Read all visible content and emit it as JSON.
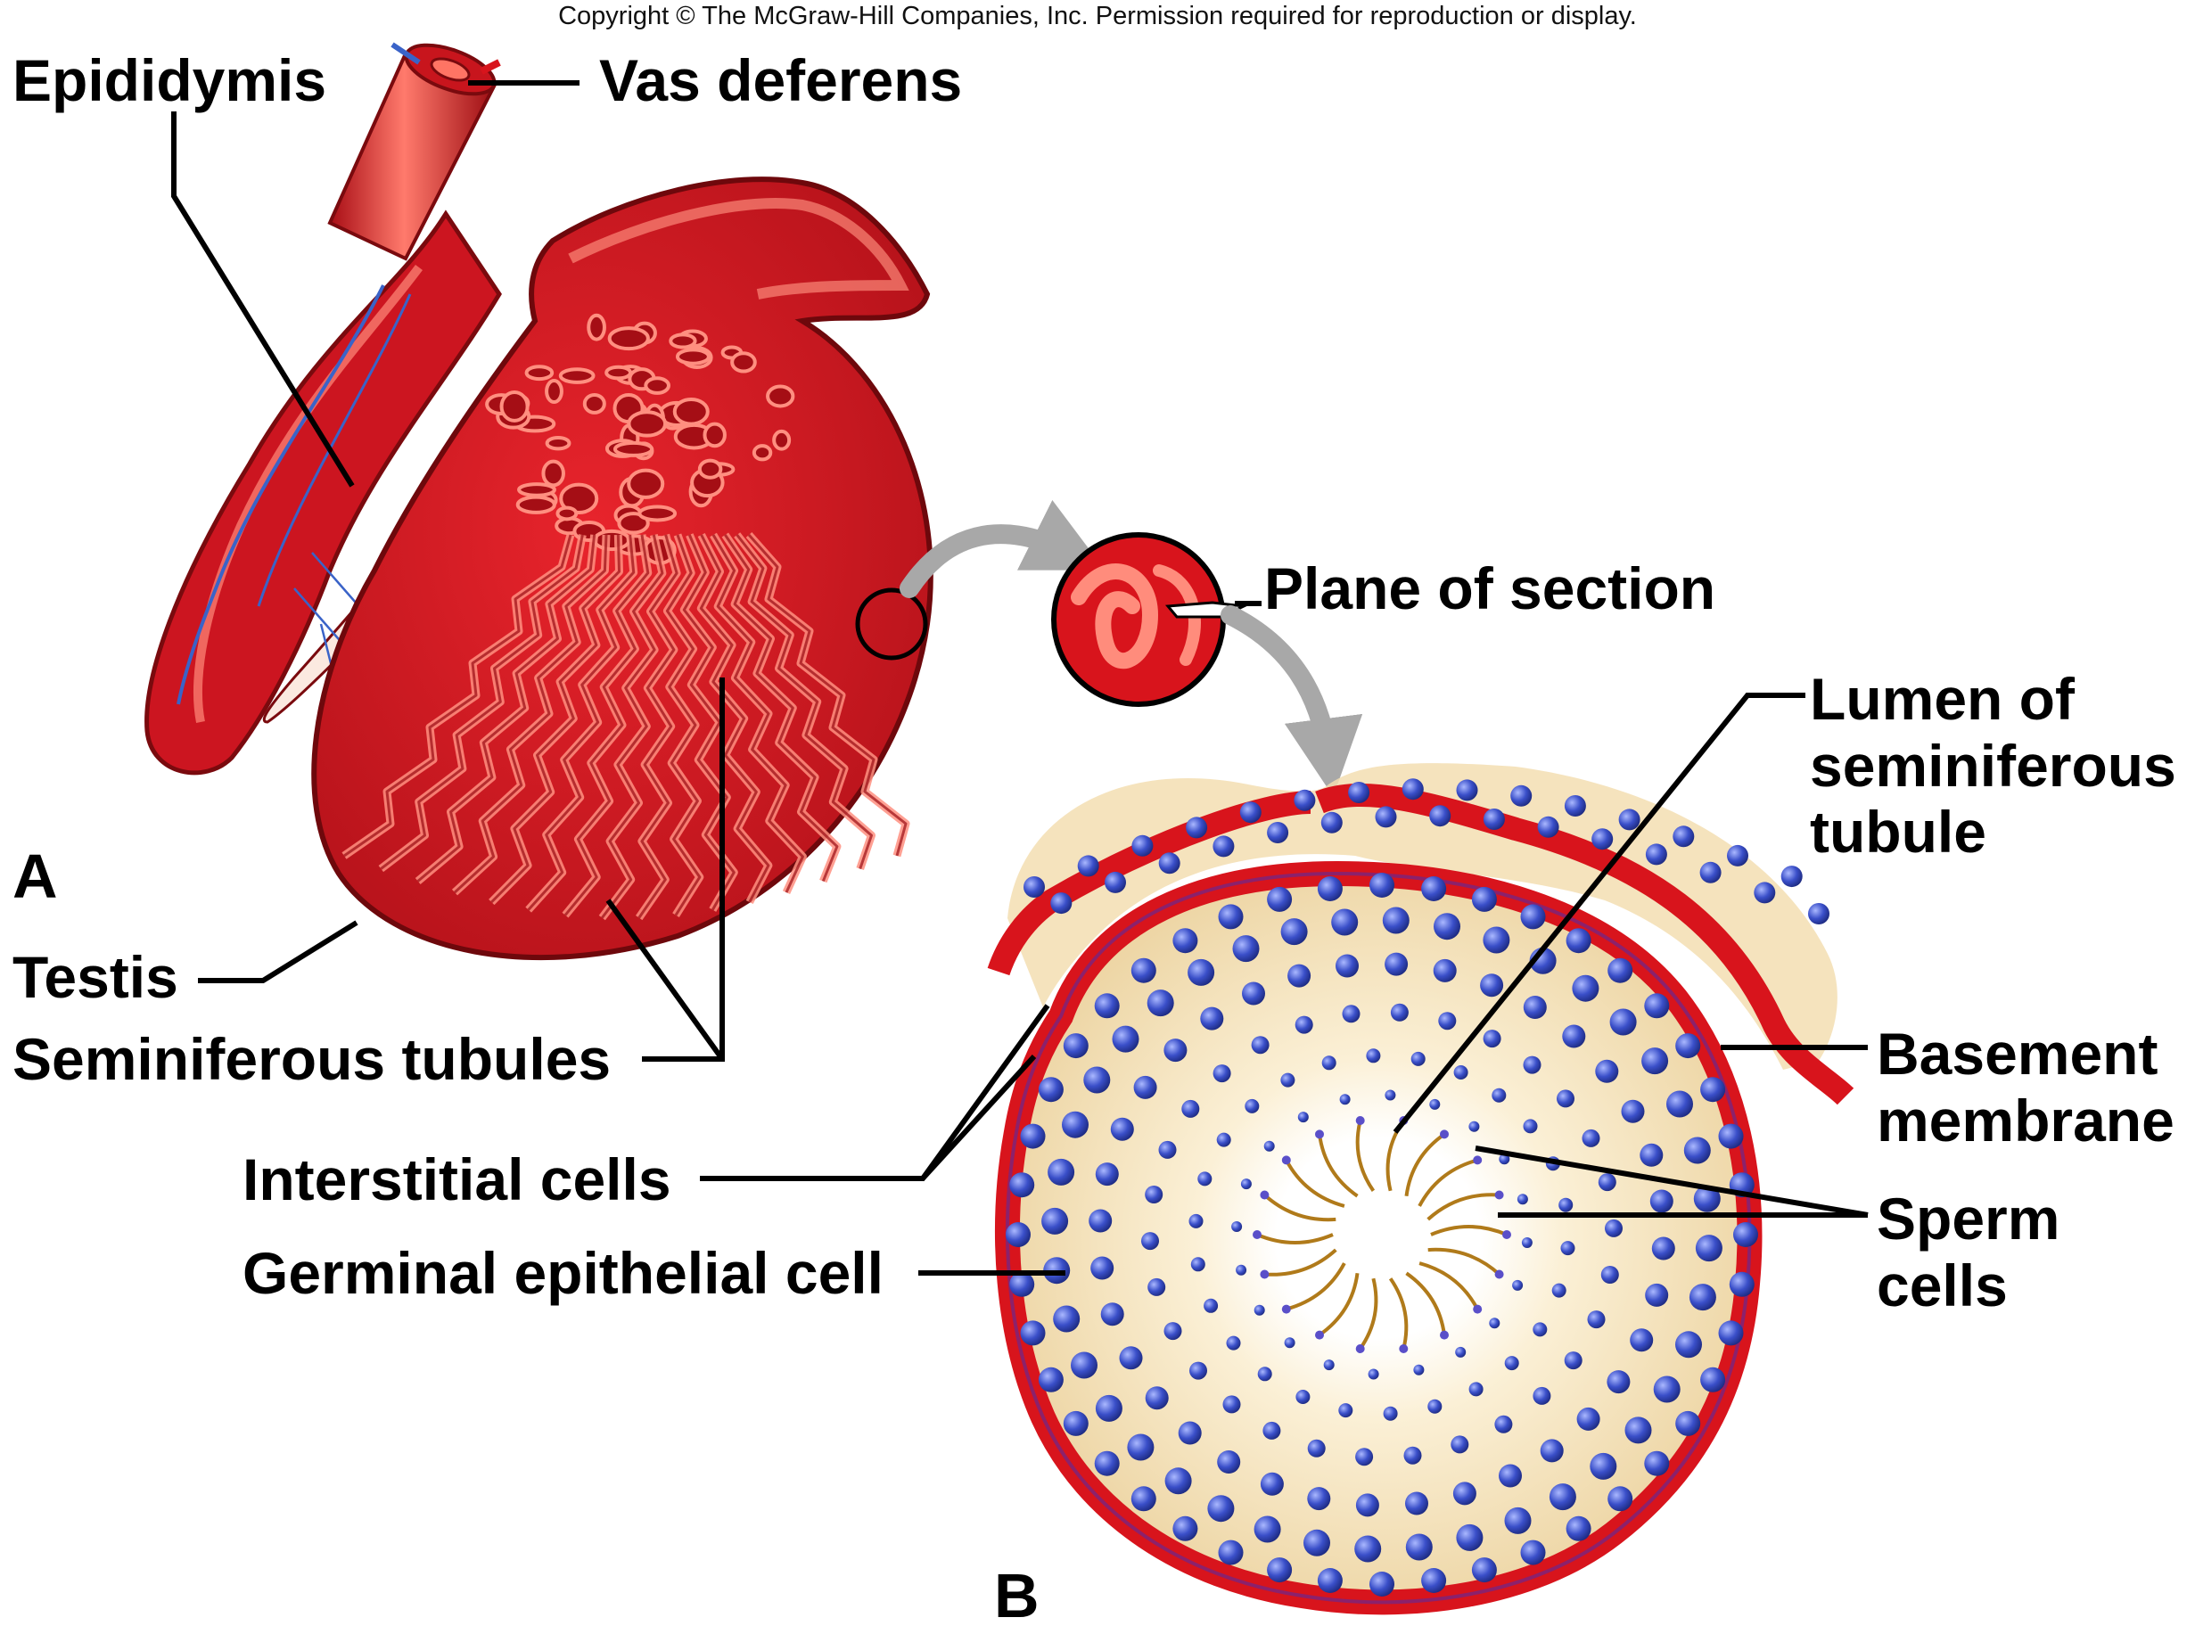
{
  "copyright": "Copyright © The McGraw-Hill Companies, Inc. Permission required for reproduction or display.",
  "panels": {
    "a": "A",
    "b": "B"
  },
  "labels": {
    "epididymis": "Epididymis",
    "vas_deferens": "Vas deferens",
    "plane_of_section": "Plane of section",
    "lumen_line1": "Lumen of",
    "lumen_line2": "seminiferous",
    "lumen_line3": "tubule",
    "testis": "Testis",
    "seminiferous_tubules": "Seminiferous tubules",
    "interstitial_cells": "Interstitial cells",
    "germinal_epithelial_cell": "Germinal epithelial cell",
    "basement_line1": "Basement",
    "basement_line2": "membrane",
    "sperm_line1": "Sperm",
    "sperm_line2": "cells"
  },
  "colors": {
    "tissue_red": "#d8141c",
    "tissue_dark": "#8c0a10",
    "tissue_light": "#ff6a5a",
    "cell_cream": "#f3deb2",
    "nucleus_blue": "#3a4fc9",
    "arrow_gray": "#a8a8a8",
    "vessel_blue": "#3a63c8"
  }
}
